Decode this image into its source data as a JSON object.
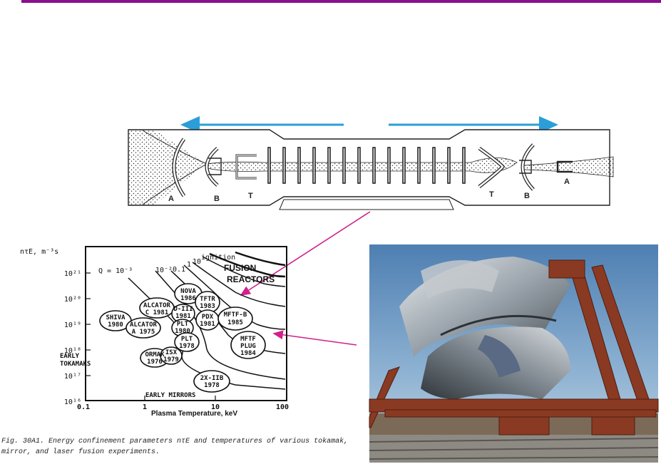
{
  "machine": {
    "labels": [
      "A",
      "B",
      "T",
      "T",
      "B",
      "A"
    ]
  },
  "chart": {
    "ylabel": "nτE, m⁻³s",
    "xlabel": "Plasma Temperature, keV",
    "yticks": [
      "10²¹",
      "10²⁰",
      "10¹⁹",
      "10¹⁸",
      "10¹⁷",
      "10¹⁶"
    ],
    "xticks": [
      "0.1",
      "1",
      "10",
      "100"
    ],
    "q_label": "Q = 10⁻³",
    "q_values": [
      "10⁻²",
      "0.1",
      "1",
      "10"
    ],
    "ignition": "ignition",
    "reactors_line1": "FUSION",
    "reactors_line2": "REACTORS",
    "early_tokamaks_1": "EARLY",
    "early_tokamaks_2": "TOKAMAKS",
    "early_mirrors": "EARLY MIRRORS",
    "experiments": [
      {
        "l1": "SHIVA",
        "l2": "1980"
      },
      {
        "l1": "ALCATOR",
        "l2": "C 1981"
      },
      {
        "l1": "ALCATOR",
        "l2": "A 1975"
      },
      {
        "l1": "NOVA",
        "l2": "1986"
      },
      {
        "l1": "D-III",
        "l2": "1981"
      },
      {
        "l1": "TFTR",
        "l2": "1983"
      },
      {
        "l1": "PDX",
        "l2": "1981"
      },
      {
        "l1": "MFTF-B",
        "l2": "1985"
      },
      {
        "l1": "PLT",
        "l2": "1980"
      },
      {
        "l1": "PLT",
        "l2": "1978"
      },
      {
        "l1": "MFTF",
        "l2": "PLUG",
        "l3": "1984"
      },
      {
        "l1": "ORMAK",
        "l2": "1976"
      },
      {
        "l1": "ISX",
        "l2": "1979"
      },
      {
        "l1": "2X-IIB",
        "l2": "1978"
      }
    ]
  },
  "caption": {
    "line1": "Fig. 30A1. Energy confinement parameters nτE and temperatures  of various tokamak,",
    "line2": "mirror, and laser fusion experiments."
  },
  "colors": {
    "rule": "#8a0f8e",
    "arrow_blue": "#2a9ed8",
    "arrow_magenta": "#d0218a"
  }
}
